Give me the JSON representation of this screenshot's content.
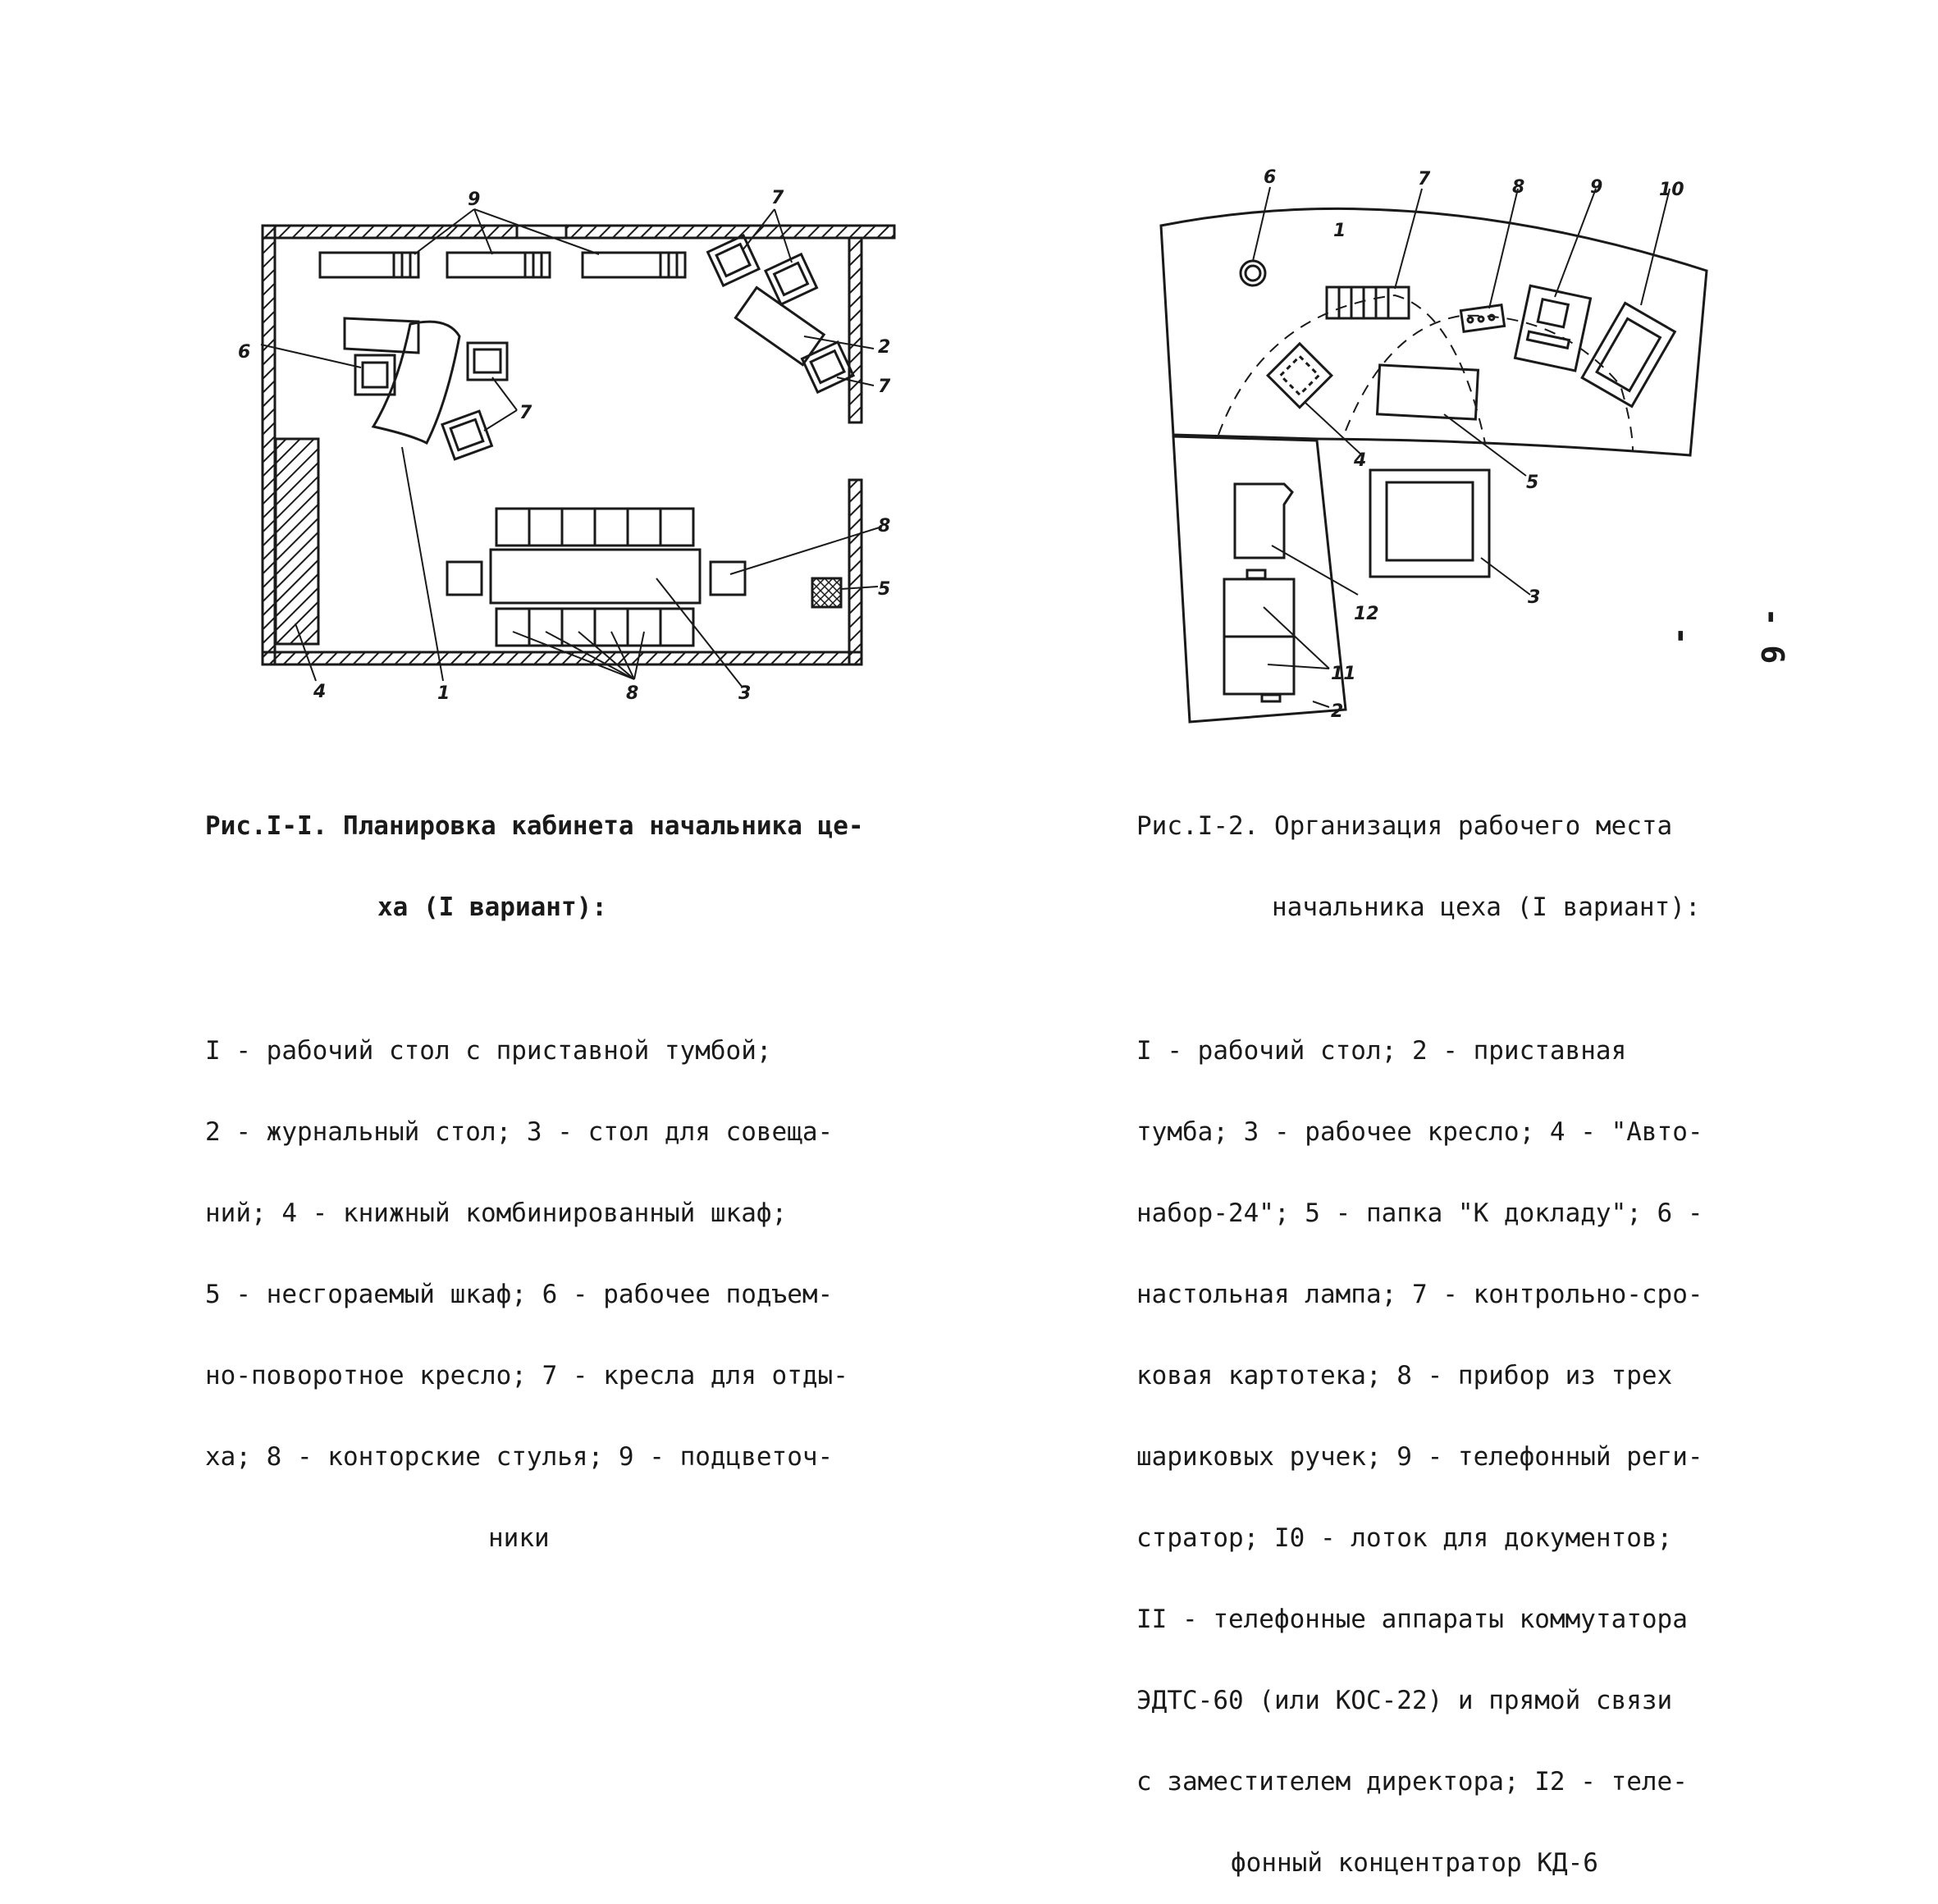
{
  "page_number": "- 6 -",
  "figure1": {
    "caption_title": [
      "Рис.I-I. Планировка кабинета начальника це-",
      "ха (I вариант):"
    ],
    "caption_body": [
      "I - рабочий стол с приставной тумбой;",
      "2 - журнальный стол; 3 - стол для совеща-",
      "ний; 4 - книжный комбинированный шкаф;",
      "5 - несгораемый шкаф; 6 - рабочее подъем-",
      "но-поворотное кресло; 7 - кресла для отды-",
      "ха; 8 - конторские стулья; 9 - подцветоч-",
      "ники"
    ],
    "labels": {
      "l1": "1",
      "l2": "2",
      "l3": "3",
      "l4": "4",
      "l5": "5",
      "l6": "6",
      "l7a": "7",
      "l7b": "7",
      "l7c": "7",
      "l8a": "8",
      "l8b": "8",
      "l9": "9"
    }
  },
  "figure2": {
    "caption_title": [
      "Рис.I-2. Организация рабочего места",
      "начальника цеха (I вариант):"
    ],
    "caption_body": [
      "I - рабочий стол; 2 - приставная",
      "тумба; 3 - рабочее кресло; 4 - \"Авто-",
      "набор-24\"; 5 - папка \"К докладу\"; 6 -",
      "настольная лампа; 7 - контрольно-сро-",
      "ковая картотека; 8 - прибор из трех",
      "шариковых ручек; 9 - телефонный реги-",
      "стратор; I0 - лоток для документов;",
      "II - телефонные аппараты коммутатора",
      "ЭДТС-60 (или КОС-22) и прямой связи",
      "с заместителем директора; I2 - теле-",
      "фонный концентратор КД-6"
    ],
    "labels": {
      "l1": "1",
      "l2": "2",
      "l3": "3",
      "l4": "4",
      "l5": "5",
      "l6": "6",
      "l7": "7",
      "l8": "8",
      "l9": "9",
      "l10": "10",
      "l11": "11",
      "l12": "12"
    }
  },
  "colors": {
    "ink": "#1a1a1a",
    "paper": "#ffffff"
  }
}
